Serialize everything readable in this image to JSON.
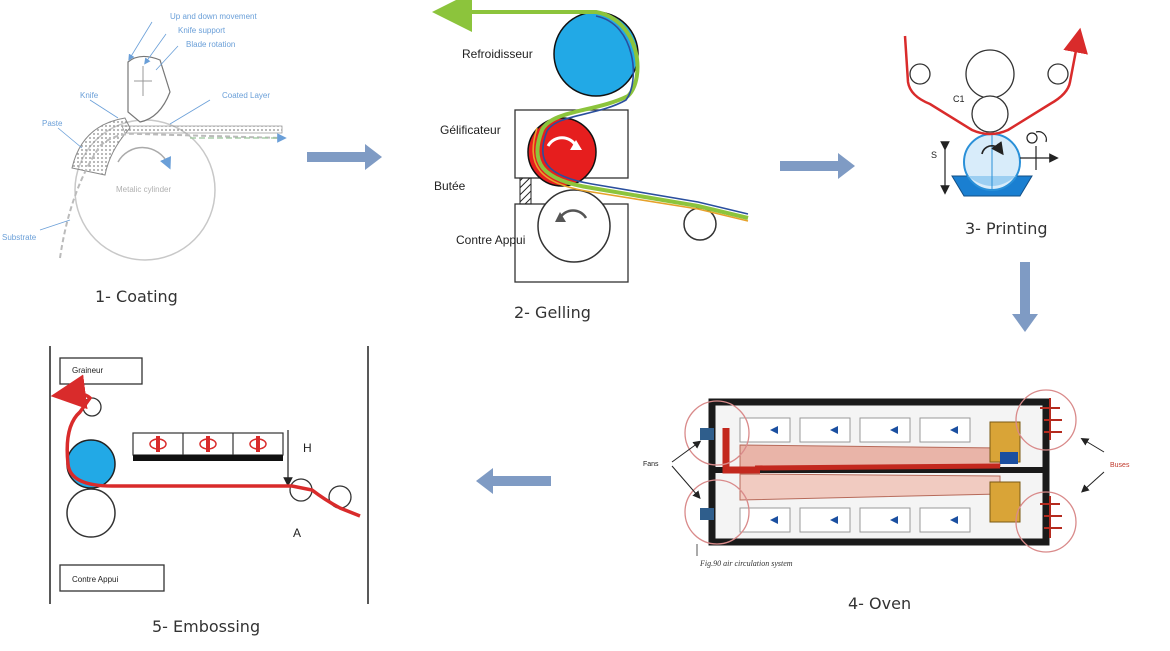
{
  "colors": {
    "arrow": "#7f9bc4",
    "blue_roll": "#22a9e6",
    "red_roll": "#e61e1e",
    "red_web": "#d92b2b",
    "green_web": "#8cc43c",
    "sketch_blue": "#6a9fd8",
    "oven_frame": "#1a1a1a",
    "oven_inner": "#e9b4a8",
    "burner": "#d9a437"
  },
  "steps": {
    "coating": {
      "caption": "1- Coating",
      "labels": {
        "up_down": "Up and down movement",
        "knife_support": "Knife support",
        "blade_rotation": "Blade rotation",
        "knife": "Knife",
        "coated_layer": "Coated Layer",
        "paste": "Paste",
        "cylinder": "Metalic cylinder",
        "substrate": "Substrate"
      }
    },
    "gelling": {
      "caption": "2- Gelling",
      "labels": {
        "cooler": "Refroidisseur",
        "gellifier": "Gélificateur",
        "stop": "Butée",
        "counter_support": "Contre Appui"
      }
    },
    "printing": {
      "caption": "3- Printing",
      "labels": {
        "c1": "C1",
        "s": "S"
      }
    },
    "oven": {
      "caption": "4- Oven",
      "labels": {
        "fans": "Fans",
        "burners": "Buses",
        "figure_note": "Fig.90 air circulation system"
      }
    },
    "embossing": {
      "caption": "5- Embossing",
      "labels": {
        "grainer": "Graineur",
        "h": "H",
        "a": "A",
        "counter_support": "Contre Appui"
      }
    }
  }
}
